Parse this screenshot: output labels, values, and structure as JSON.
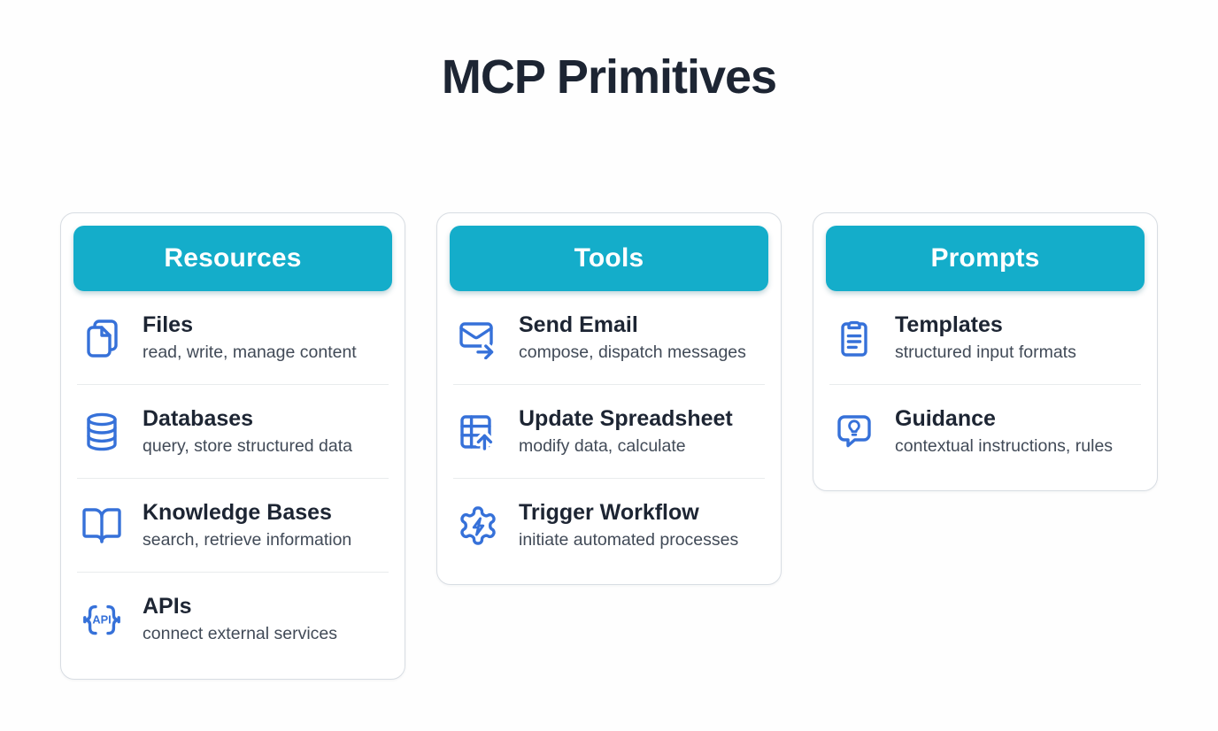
{
  "page": {
    "title": "MCP Primitives"
  },
  "theme": {
    "header_bg": "#14adca",
    "icon_blue": "#3671d9",
    "title_color": "#1d2533",
    "subtitle_color": "#414a57",
    "card_border": "#d8dde3",
    "divider": "#e9eced"
  },
  "cards": [
    {
      "title": "Resources",
      "items": [
        {
          "icon": "files-icon",
          "title": "Files",
          "subtitle": "read, write, manage content"
        },
        {
          "icon": "database-icon",
          "title": "Databases",
          "subtitle": "query, store structured data"
        },
        {
          "icon": "open-book-icon",
          "title": "Knowledge Bases",
          "subtitle": "search, retrieve information"
        },
        {
          "icon": "api-braces-icon",
          "title": "APIs",
          "subtitle": "connect external services"
        }
      ]
    },
    {
      "title": "Tools",
      "items": [
        {
          "icon": "email-send-icon",
          "title": "Send Email",
          "subtitle": "compose, dispatch messages"
        },
        {
          "icon": "spreadsheet-arrow-icon",
          "title": "Update Spreadsheet",
          "subtitle": "modify data, calculate"
        },
        {
          "icon": "workflow-gear-bolt-icon",
          "title": "Trigger Workflow",
          "subtitle": "initiate automated processes"
        }
      ]
    },
    {
      "title": "Prompts",
      "items": [
        {
          "icon": "clipboard-icon",
          "title": "Templates",
          "subtitle": "structured input formats"
        },
        {
          "icon": "speech-bulb-icon",
          "title": "Guidance",
          "subtitle": "contextual instructions, rules"
        }
      ]
    }
  ]
}
